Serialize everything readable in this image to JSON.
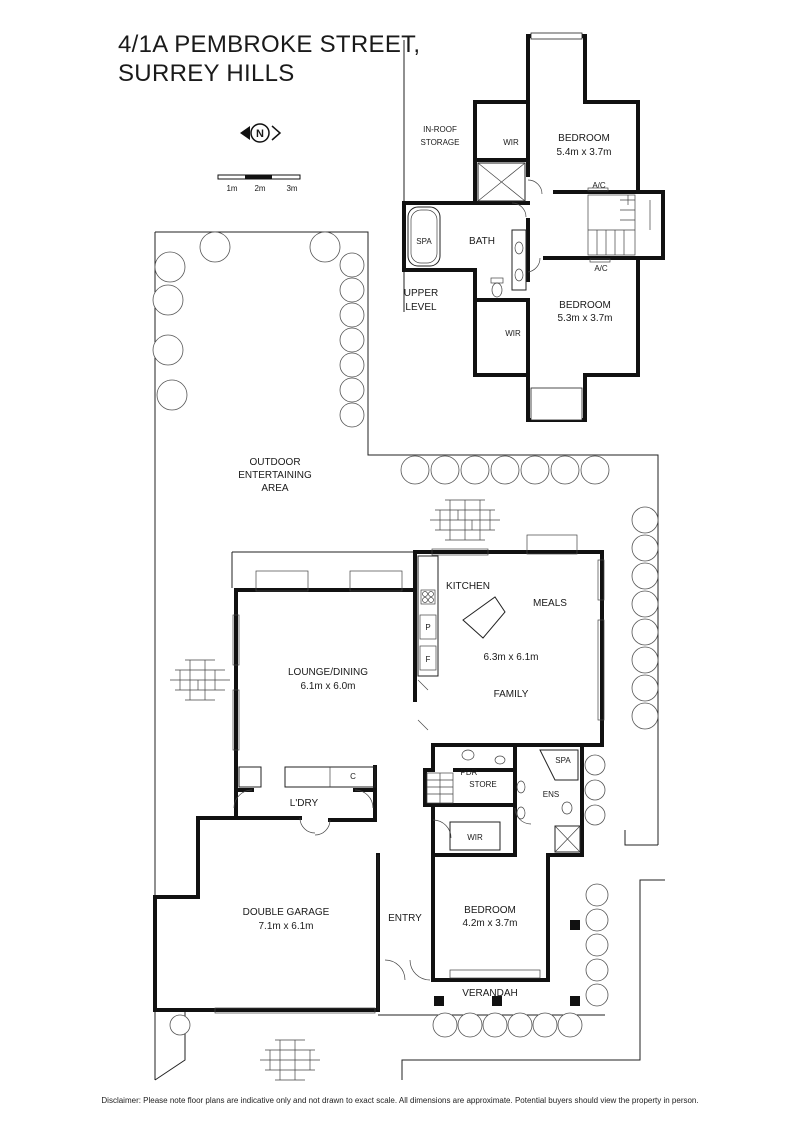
{
  "title": {
    "line1": "4/1A PEMBROKE STREET,",
    "line2": "SURREY HILLS"
  },
  "compass": {
    "letter": "N"
  },
  "scale": {
    "marks": [
      "1m",
      "2m",
      "3m"
    ]
  },
  "upper": {
    "level_label_1": "UPPER",
    "level_label_2": "LEVEL",
    "in_roof_1": "IN-ROOF",
    "in_roof_2": "STORAGE",
    "wir_top": "WIR",
    "bedroom_top": {
      "name": "BEDROOM",
      "size": "5.4m x 3.7m"
    },
    "ac_top": "A/C",
    "spa": "SPA",
    "bath": "BATH",
    "ac_bottom": "A/C",
    "bedroom_bottom": {
      "name": "BEDROOM",
      "size": "5.3m x 3.7m"
    },
    "wir_bottom": "WIR"
  },
  "ground": {
    "outdoor_1": "OUTDOOR",
    "outdoor_2": "ENTERTAINING",
    "outdoor_3": "AREA",
    "kitchen": "KITCHEN",
    "meals": "MEALS",
    "family_size": "6.3m x 6.1m",
    "family": "FAMILY",
    "pantry": "P",
    "fridge": "F",
    "lounge": {
      "name": "LOUNGE/DINING",
      "size": "6.1m x 6.0m"
    },
    "cupboard": "C",
    "laundry": "L'DRY",
    "pdr": "PDR",
    "store": "STORE",
    "spa": "SPA",
    "ens": "ENS",
    "wir": "WIR",
    "garage": {
      "name": "DOUBLE GARAGE",
      "size": "7.1m x 6.1m"
    },
    "entry": "ENTRY",
    "bedroom": {
      "name": "BEDROOM",
      "size": "4.2m x 3.7m"
    },
    "verandah": "VERANDAH"
  },
  "disclaimer": "Disclaimer: Please note floor plans are indicative only and not drawn to exact scale. All dimensions are approximate. Potential buyers should view the property in person."
}
